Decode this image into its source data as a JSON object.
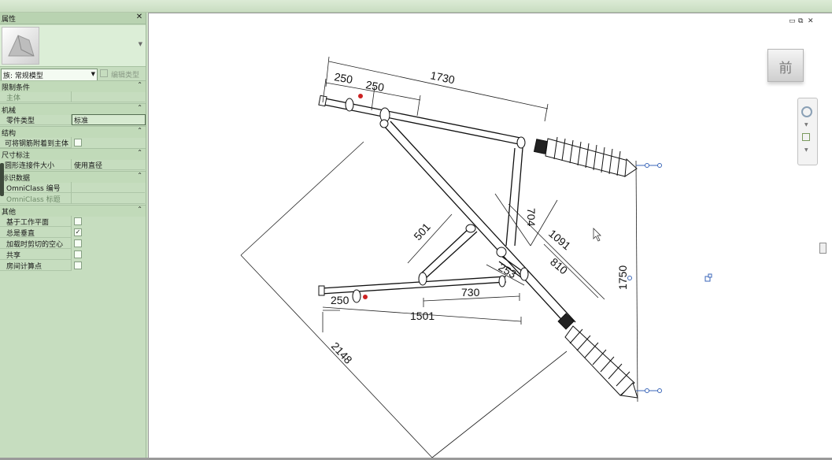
{
  "properties": {
    "title": "属性",
    "close": "✕",
    "type_selector": {
      "value": "族: 常规模型"
    },
    "edit_type_label": "编辑类型",
    "collapse": "⌃",
    "sections": [
      {
        "label": "限制条件",
        "rows": [
          {
            "key": "主体",
            "value": ""
          }
        ]
      },
      {
        "label": "机械",
        "rows": [
          {
            "key": "零件类型",
            "value": "标准"
          }
        ]
      },
      {
        "label": "结构",
        "rows": [
          {
            "key": "可将钢筋附着到主体",
            "checked": false
          }
        ]
      },
      {
        "label": "尺寸标注",
        "rows": [
          {
            "key": "圆形连接件大小",
            "value": "使用直径"
          }
        ]
      },
      {
        "label": "标识数据",
        "rows": [
          {
            "key": "OmniClass 编号",
            "value": ""
          },
          {
            "key": "OmniClass 标题",
            "value": ""
          }
        ]
      },
      {
        "label": "其他",
        "rows": [
          {
            "key": "基于工作平面",
            "checked": false
          },
          {
            "key": "总是垂直",
            "checked": true,
            "mark": "✓"
          },
          {
            "key": "加载时剪切的空心",
            "checked": false
          },
          {
            "key": "共享",
            "checked": false
          },
          {
            "key": "房间计算点",
            "checked": false
          }
        ]
      }
    ]
  },
  "viewcube": {
    "face": "前"
  },
  "window_controls": {
    "minimize": "▭",
    "restore": "⧉",
    "close": "✕"
  },
  "dimensions": {
    "d250a": "250",
    "d250b": "250",
    "d1730": "1730",
    "d704": "704",
    "d501": "501",
    "d1091": "1091",
    "d810": "810",
    "d253": "253",
    "d1750": "1750",
    "d250c": "250",
    "d730": "730",
    "d1501": "1501",
    "d2148": "2148"
  },
  "colors": {
    "accent": "#3a66b8",
    "panel": "#c6ddbf"
  }
}
